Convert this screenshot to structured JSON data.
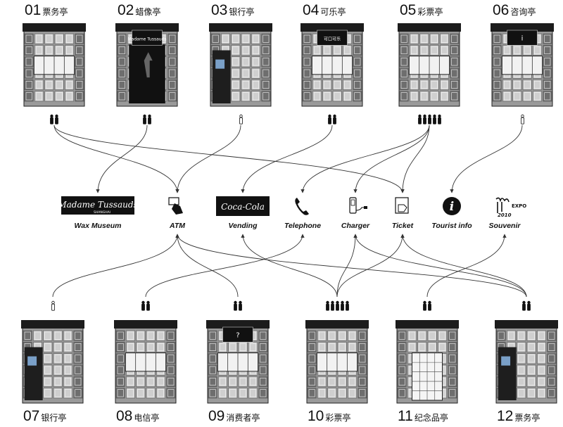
{
  "top_kiosks": [
    {
      "num": "01",
      "name": "票务亭",
      "people": 2
    },
    {
      "num": "02",
      "name": "蜡像亭",
      "people": 2
    },
    {
      "num": "03",
      "name": "银行亭",
      "people": 1
    },
    {
      "num": "04",
      "name": "可乐亭",
      "people": 2
    },
    {
      "num": "05",
      "name": "彩票亭",
      "people": 5
    },
    {
      "num": "06",
      "name": "咨询亭",
      "people": 1
    }
  ],
  "bottom_kiosks": [
    {
      "num": "07",
      "name": "银行亭",
      "people": 1
    },
    {
      "num": "08",
      "name": "电信亭",
      "people": 2
    },
    {
      "num": "09",
      "name": "消费者亭",
      "people": 2
    },
    {
      "num": "10",
      "name": "彩票亭",
      "people": 5
    },
    {
      "num": "11",
      "name": "纪念品亭",
      "people": 2
    },
    {
      "num": "12",
      "name": "票务亭",
      "people": 2
    }
  ],
  "services": [
    {
      "label": "Wax Museum",
      "icon": "wax-museum-logo",
      "logo_text": "Madame Tussauds",
      "logo_sub": "SHANGHAI"
    },
    {
      "label": "ATM",
      "icon": "atm-icon"
    },
    {
      "label": "Vending",
      "icon": "coca-cola-logo",
      "logo_text": "Coca-Cola"
    },
    {
      "label": "Telephone",
      "icon": "telephone-icon"
    },
    {
      "label": "Charger",
      "icon": "charger-icon"
    },
    {
      "label": "Ticket",
      "icon": "ticket-icon"
    },
    {
      "label": "Tourist info",
      "icon": "info-icon",
      "logo_text": "i"
    },
    {
      "label": "Souvenir",
      "icon": "expo-logo",
      "logo_text": "EXPO",
      "logo_sub": "2010"
    }
  ],
  "kiosk_signs": {
    "02": "Madame Tussauds",
    "04": "可口可乐",
    "06": "i",
    "09": "?"
  },
  "connections": [
    {
      "from": "01",
      "to": "ATM"
    },
    {
      "from": "01",
      "to": "Ticket"
    },
    {
      "from": "02",
      "to": "Wax Museum"
    },
    {
      "from": "03",
      "to": "ATM"
    },
    {
      "from": "04",
      "to": "Vending"
    },
    {
      "from": "05",
      "to": "Telephone"
    },
    {
      "from": "05",
      "to": "Charger"
    },
    {
      "from": "05",
      "to": "Ticket"
    },
    {
      "from": "06",
      "to": "Tourist info"
    },
    {
      "from": "07",
      "to": "ATM"
    },
    {
      "from": "08",
      "to": "Telephone"
    },
    {
      "from": "09",
      "to": "ATM"
    },
    {
      "from": "10",
      "to": "Charger"
    },
    {
      "from": "10",
      "to": "Ticket"
    },
    {
      "from": "10",
      "to": "Vending"
    },
    {
      "from": "11",
      "to": "Souvenir"
    },
    {
      "from": "12",
      "to": "ATM"
    },
    {
      "from": "12",
      "to": "Ticket"
    },
    {
      "from": "12",
      "to": "Charger"
    }
  ],
  "colors": {
    "line": "#333333",
    "glass_dark": "#2a2a2a",
    "glass_light": "#d8d8d8",
    "logo_bg": "#111111"
  }
}
